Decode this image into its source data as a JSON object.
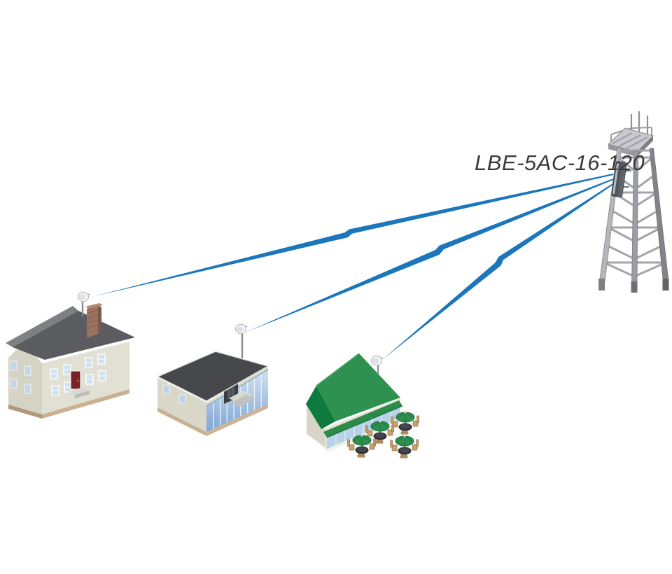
{
  "diagram": {
    "antenna_label": "LBE-5AC-16-120",
    "colors": {
      "link": "#1b76bb",
      "label": "#3a3a3c",
      "background": "#ffffff",
      "tower_gray": "#a6a6ac",
      "house_roof": "#5a5c60",
      "office_roof": "#46484b",
      "cafe_green": "#2e9150",
      "glass_blue": "#9cc0e2",
      "door_red": "#7b2228"
    },
    "nodes": [
      {
        "id": "tower",
        "icon": "cell-tower",
        "device_label": "LBE-5AC-16-120"
      },
      {
        "id": "house",
        "icon": "two-story-house"
      },
      {
        "id": "office",
        "icon": "flat-roof-office-building"
      },
      {
        "id": "cafe",
        "icon": "cafe-with-patio-tables"
      }
    ],
    "links": [
      {
        "from": "tower",
        "to": "house"
      },
      {
        "from": "tower",
        "to": "office"
      },
      {
        "from": "tower",
        "to": "cafe"
      }
    ]
  }
}
